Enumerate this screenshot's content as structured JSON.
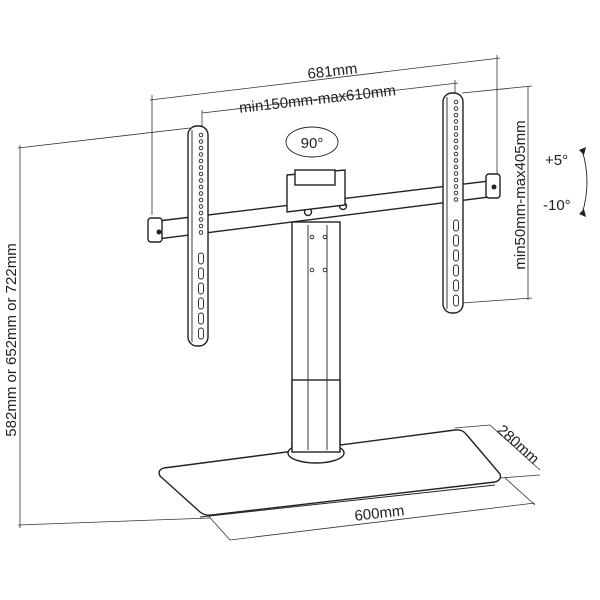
{
  "labels": {
    "overall_width": "681mm",
    "vesa_width": "min150mm-max610mm",
    "vesa_height": "min50mm-max405mm",
    "rotation": "90°",
    "tilt_up": "+5°",
    "tilt_down": "-10°",
    "height": "582mm or 652mm or 722mm",
    "base_depth": "280mm",
    "base_width": "600mm"
  },
  "colors": {
    "line": "#222222",
    "background": "#ffffff"
  }
}
